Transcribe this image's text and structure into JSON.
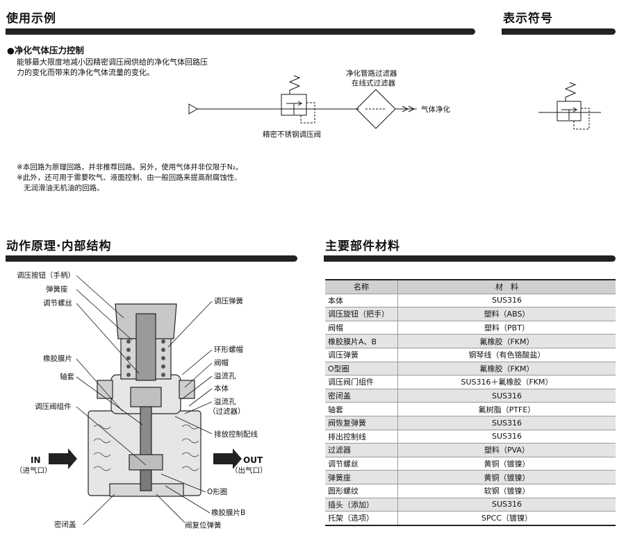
{
  "sections": {
    "example_title": "使用示例",
    "symbol_title": "表示符号",
    "principle_title": "动作原理·内部结构",
    "materials_title": "主要部件材料"
  },
  "example": {
    "subtitle": "●净化气体压力控制",
    "desc_lines": [
      "能够最大限度地减小因精密调压阀供给的净化气体回路压",
      "力的变化而带来的净化气体流量的变化。"
    ],
    "filter_label_1": "净化管路过滤器",
    "filter_label_2": "在线式过滤器",
    "gas_label": "气体净化",
    "regulator_label": "精密不锈钢调压阀",
    "notes": [
      "※本回路为原理回路，并非推荐回路。另外，使用气体并非仅限于N₂。",
      "※此外，还可用于需要吹气、液面控制、由一般回路来提高耐腐蚀性、",
      "无润滑油无机油的回路。"
    ]
  },
  "structure": {
    "left_labels": [
      "调压按钮（手柄）",
      "弹簧座",
      "调节螺丝",
      "橡胶膜片",
      "轴套",
      "调压阀组件",
      "密闭盖"
    ],
    "right_labels": [
      "调压弹簧",
      "环形螺帽",
      "阀帽",
      "溢流孔",
      "本体",
      "溢流孔",
      "（过滤器）",
      "排放控制配线",
      "O形圈",
      "橡胶膜片B",
      "阀复位弹簧"
    ],
    "in_label": "IN",
    "in_sub": "（进气口）",
    "out_label": "OUT",
    "out_sub": "（出气口）"
  },
  "materials": {
    "headers": [
      "名称",
      "材　料"
    ],
    "rows": [
      [
        "本体",
        "SUS316"
      ],
      [
        "调压旋钮（把手）",
        "塑料（ABS）"
      ],
      [
        "阀帽",
        "塑料（PBT）"
      ],
      [
        "橡胶膜片A、B",
        "氟橡胶（FKM）"
      ],
      [
        "调压弹簧",
        "钢琴线（有色铬酸盐）"
      ],
      [
        "O型圈",
        "氟橡胶（FKM）"
      ],
      [
        "调压阀门组件",
        "SUS316＋氟橡胶（FKM）"
      ],
      [
        "密闭盖",
        "SUS316"
      ],
      [
        "轴套",
        "氟树脂（PTFE）"
      ],
      [
        "阀恢复弹簧",
        "SUS316"
      ],
      [
        "排出控制线",
        "SUS316"
      ],
      [
        "过滤器",
        "塑料（PVA）"
      ],
      [
        "调节螺丝",
        "黄铜（镀镍）"
      ],
      [
        "弹簧座",
        "黄铜（镀镍）"
      ],
      [
        "圆形螺纹",
        "软钢（镀镍）"
      ],
      [
        "插头（添加）",
        "SUS316"
      ],
      [
        "托架（选项）",
        "SPCC（镀镍）"
      ]
    ]
  }
}
